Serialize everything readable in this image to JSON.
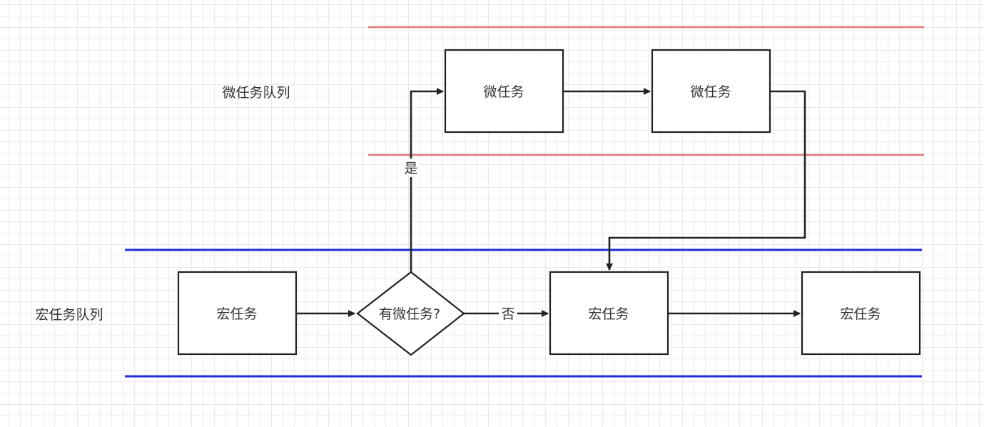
{
  "lanes": {
    "micro": {
      "label": "微任务队列",
      "color": "#e07b7b"
    },
    "macro": {
      "label": "宏任务队列",
      "color": "#1f2bd6"
    }
  },
  "nodes": {
    "macro1": {
      "label": "宏任务"
    },
    "decision": {
      "label": "有微任务?"
    },
    "micro1": {
      "label": "微任务"
    },
    "micro2": {
      "label": "微任务"
    },
    "macro2": {
      "label": "宏任务"
    },
    "macro3": {
      "label": "宏任务"
    }
  },
  "edges": {
    "yes_label": "是",
    "no_label": "否"
  },
  "colors": {
    "stroke": "#222222",
    "text": "#333333"
  }
}
